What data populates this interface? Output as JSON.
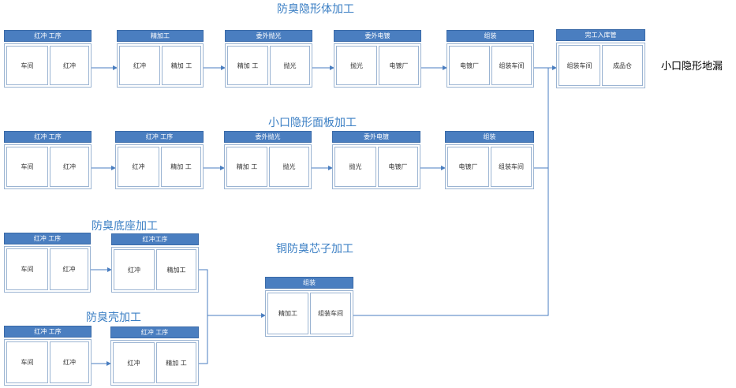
{
  "rows": {
    "row1": {
      "title": "防臭隐形体加工",
      "boxes": [
        {
          "header": "红冲 工序",
          "cells": [
            "车间",
            "红冲"
          ]
        },
        {
          "header": "精加工",
          "cells": [
            "红冲",
            "精加 工"
          ]
        },
        {
          "header": "委外抛光",
          "cells": [
            "精加 工",
            "抛光"
          ]
        },
        {
          "header": "委外电镀",
          "cells": [
            "抛光",
            "电镀厂"
          ]
        },
        {
          "header": "组装",
          "cells": [
            "电镀厂",
            "组装车间"
          ]
        },
        {
          "header": "完工入库管",
          "cells": [
            "组装车间",
            "成品仓"
          ]
        }
      ]
    },
    "row2": {
      "title": "小口隐形面板加工",
      "boxes": [
        {
          "header": "红冲 工序",
          "cells": [
            "车间",
            "红冲"
          ]
        },
        {
          "header": "红冲 工序",
          "cells": [
            "红冲",
            "精加 工"
          ]
        },
        {
          "header": "委外抛光",
          "cells": [
            "精加 工",
            "抛光"
          ]
        },
        {
          "header": "委外电镀",
          "cells": [
            "抛光",
            "电镀厂"
          ]
        },
        {
          "header": "组装",
          "cells": [
            "电镀厂",
            "组装车间"
          ]
        }
      ]
    },
    "row3": {
      "title": "防臭底座加工",
      "boxes": [
        {
          "header": "红冲 工序",
          "cells": [
            "车间",
            "红冲"
          ]
        },
        {
          "header": "红冲工序",
          "cells": [
            "红冲",
            "精加工"
          ]
        }
      ]
    },
    "row4": {
      "title": "防臭壳加工",
      "boxes": [
        {
          "header": "红冲 工序",
          "cells": [
            "车间",
            "红冲"
          ]
        },
        {
          "header": "红冲 工序",
          "cells": [
            "红冲",
            "精加 工"
          ]
        }
      ]
    },
    "core": {
      "title": "铜防臭芯子加工",
      "box": {
        "header": "组装",
        "cells": [
          "精加工",
          "组装车间"
        ]
      }
    }
  },
  "final_label": "小口隐形地漏",
  "colors": {
    "header_fill": "#4a7ec0",
    "line": "#4a7ec0",
    "title": "#3b7fc4",
    "cell_border": "#9bb4d2"
  }
}
